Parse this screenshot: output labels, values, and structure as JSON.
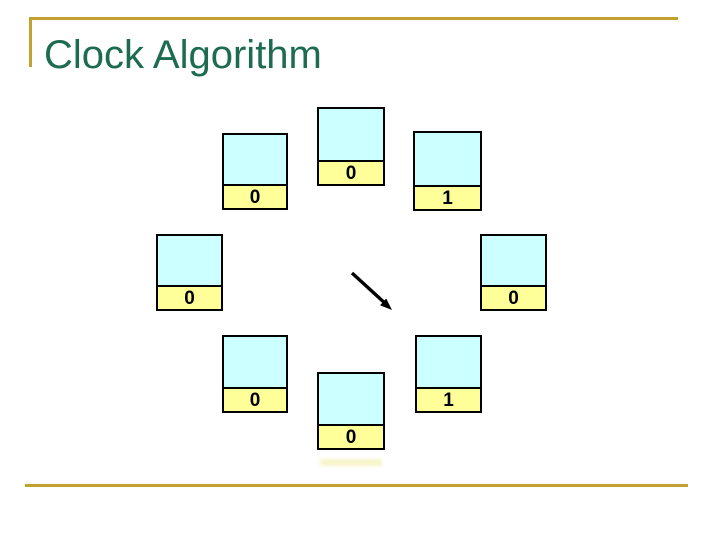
{
  "slide": {
    "title": "Clock Algorithm"
  },
  "frames": [
    {
      "position": "top",
      "bit": "0"
    },
    {
      "position": "top-right",
      "bit": "1"
    },
    {
      "position": "right",
      "bit": "0"
    },
    {
      "position": "bottom-right",
      "bit": "1"
    },
    {
      "position": "bottom",
      "bit": "0"
    },
    {
      "position": "bottom-left",
      "bit": "0"
    },
    {
      "position": "left",
      "bit": "0"
    },
    {
      "position": "top-left",
      "bit": "0"
    }
  ],
  "arrow": {
    "name": "clock-hand",
    "direction": "down-right",
    "color": "#000000"
  },
  "colors": {
    "title_green": "#1D6B50",
    "rule_gold": "#C2A133",
    "frame_fill_cyan": "#CCFFFF",
    "bit_fill_yellow": "#FFFF99",
    "border_black": "#000000"
  }
}
